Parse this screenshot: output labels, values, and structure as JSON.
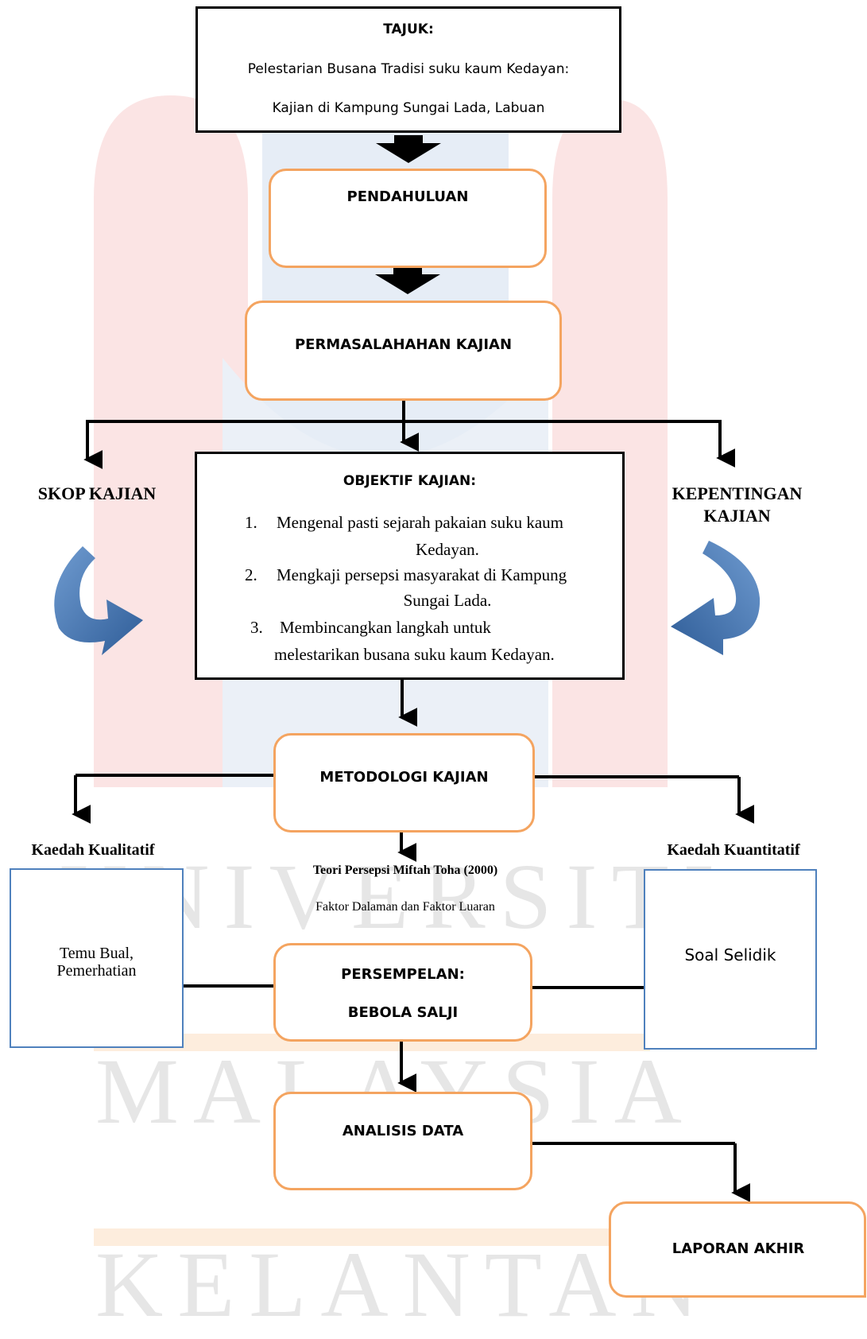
{
  "watermark": {
    "line1": "UNIVERSITI",
    "line2": "MALAYSIA",
    "line3": "KELANTAN"
  },
  "title_box": {
    "heading": "TAJUK:",
    "line1": "Pelestarian Busana Tradisi suku kaum Kedayan:",
    "line2": "Kajian di Kampung Sungai Lada, Labuan"
  },
  "nodes": {
    "pendahuluan": "PENDAHULUAN",
    "permasalahan": "PERMASALAHAHAN KAJIAN",
    "skop": "SKOP KAJIAN",
    "kepentingan_line1": "KEPENTINGAN",
    "kepentingan_line2": "KAJIAN",
    "metodologi": "METODOLOGI KAJIAN",
    "persempelan_line1": "PERSEMPELAN:",
    "persempelan_line2": "BEBOLA SALJI",
    "analisis": "ANALISIS DATA",
    "laporan": "LAPORAN AKHIR"
  },
  "objektif": {
    "heading": "OBJEKTIF KAJIAN:",
    "item1_num": "1.",
    "item1_line1": "Mengenal pasti sejarah pakaian suku kaum",
    "item1_line2": "Kedayan.",
    "item2_num": "2.",
    "item2_line1": "Mengkaji persepsi masyarakat di Kampung",
    "item2_line2": "Sungai Lada.",
    "item3_num": "3.",
    "item3_line1": "Membincangkan langkah untuk",
    "item3_line2": "melestarikan busana suku kaum Kedayan."
  },
  "methods": {
    "kualitatif_label": "Kaedah Kualitatif",
    "kualitatif_line1": "Temu Bual,",
    "kualitatif_line2": "Pemerhatian",
    "kuantitatif_label": "Kaedah Kuantitatif",
    "kuantitatif_text": "Soal Selidik",
    "teori": "Teori Persepsi Miftah Toha (2000)",
    "faktor": "Faktor Dalaman dan Faktor Luaran"
  },
  "colors": {
    "orange_border": "#f4a460",
    "blue_border": "#4f81bd",
    "curved_arrow": "#4f81bd",
    "watermark_red": "#fbe3e3",
    "watermark_blue": "#e3ebf5",
    "watermark_orange": "#fde9d6"
  }
}
